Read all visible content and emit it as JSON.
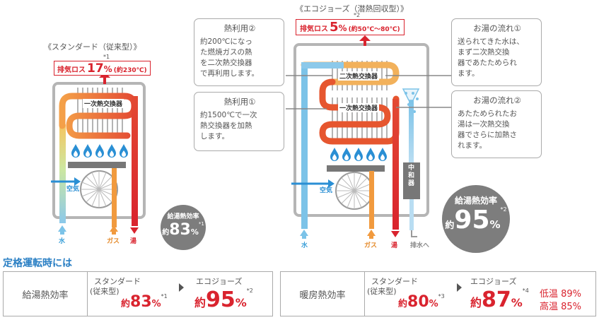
{
  "left": {
    "title": "《スタンダード（従来型）》",
    "exhaust": {
      "label": "排気ロス",
      "value": "17",
      "unit": "%",
      "note": "(約230℃)",
      "mark": "*1"
    },
    "hx_label": "一次熱交換器",
    "air": "空気",
    "pipes": {
      "water": "水",
      "gas": "ガス",
      "hot": "湯"
    },
    "efficiency": {
      "label": "給湯熱効率",
      "prefix": "約",
      "value": "83",
      "unit": "%",
      "mark": "*1"
    }
  },
  "right": {
    "title": "《エコジョーズ（潜熱回収型）》",
    "exhaust": {
      "label": "排気ロス",
      "value": "5",
      "unit": "%",
      "note": "(約50℃〜80℃)",
      "mark": "*2"
    },
    "hx2_label": "二次熱交換器",
    "hx1_label": "一次熱交換器",
    "neutralizer": "中和器",
    "air": "空気",
    "pipes": {
      "water": "水",
      "gas": "ガス",
      "hot": "湯",
      "drain": "排水へ"
    },
    "efficiency": {
      "label": "給湯熱効率",
      "prefix": "約",
      "value": "95",
      "unit": "%",
      "mark": "*2"
    }
  },
  "callouts": {
    "heat2": {
      "title": "熱利用②",
      "lines": [
        "約200℃になっ",
        "た燃焼ガスの熱",
        "を二次熱交換器",
        "で再利用します。"
      ]
    },
    "heat1": {
      "title": "熱利用①",
      "lines": [
        "約1500℃で一次",
        "熱交換器を加熱",
        "します。"
      ]
    },
    "flow1": {
      "title": "お湯の流れ①",
      "lines": [
        "送られてきた水は、",
        "まず二次熱交換",
        "器であたためられ",
        "ます。"
      ]
    },
    "flow2": {
      "title": "お湯の流れ②",
      "lines": [
        "あたためられたお",
        "湯は一次熱交換",
        "器でさらに加熱さ",
        "れます。"
      ]
    }
  },
  "rated": {
    "heading": "定格運転時には",
    "hot_water": {
      "label": "給湯熱効率",
      "std_label": "スタンダード",
      "std_sub": "(従来型)",
      "std_prefix": "約",
      "std_value": "83",
      "std_unit": "%",
      "std_mark": "*1",
      "eco_label": "エコジョーズ",
      "eco_prefix": "約",
      "eco_value": "95",
      "eco_unit": "%",
      "eco_mark": "*2"
    },
    "heating": {
      "label": "暖房熱効率",
      "std_label": "スタンダード",
      "std_sub": "(従来型)",
      "std_prefix": "約",
      "std_value": "80",
      "std_unit": "%",
      "std_mark": "*3",
      "eco_label": "エコジョーズ",
      "eco_prefix": "約",
      "eco_value": "87",
      "eco_unit": "%",
      "eco_mark": "*4",
      "low": "低温 89%",
      "high": "高温 85%"
    }
  },
  "colors": {
    "red": "#d9232e",
    "blue": "#7cc3e8",
    "orange": "#f19a3e",
    "gray": "#7d7d7d",
    "flame": "#2a8fd4"
  }
}
